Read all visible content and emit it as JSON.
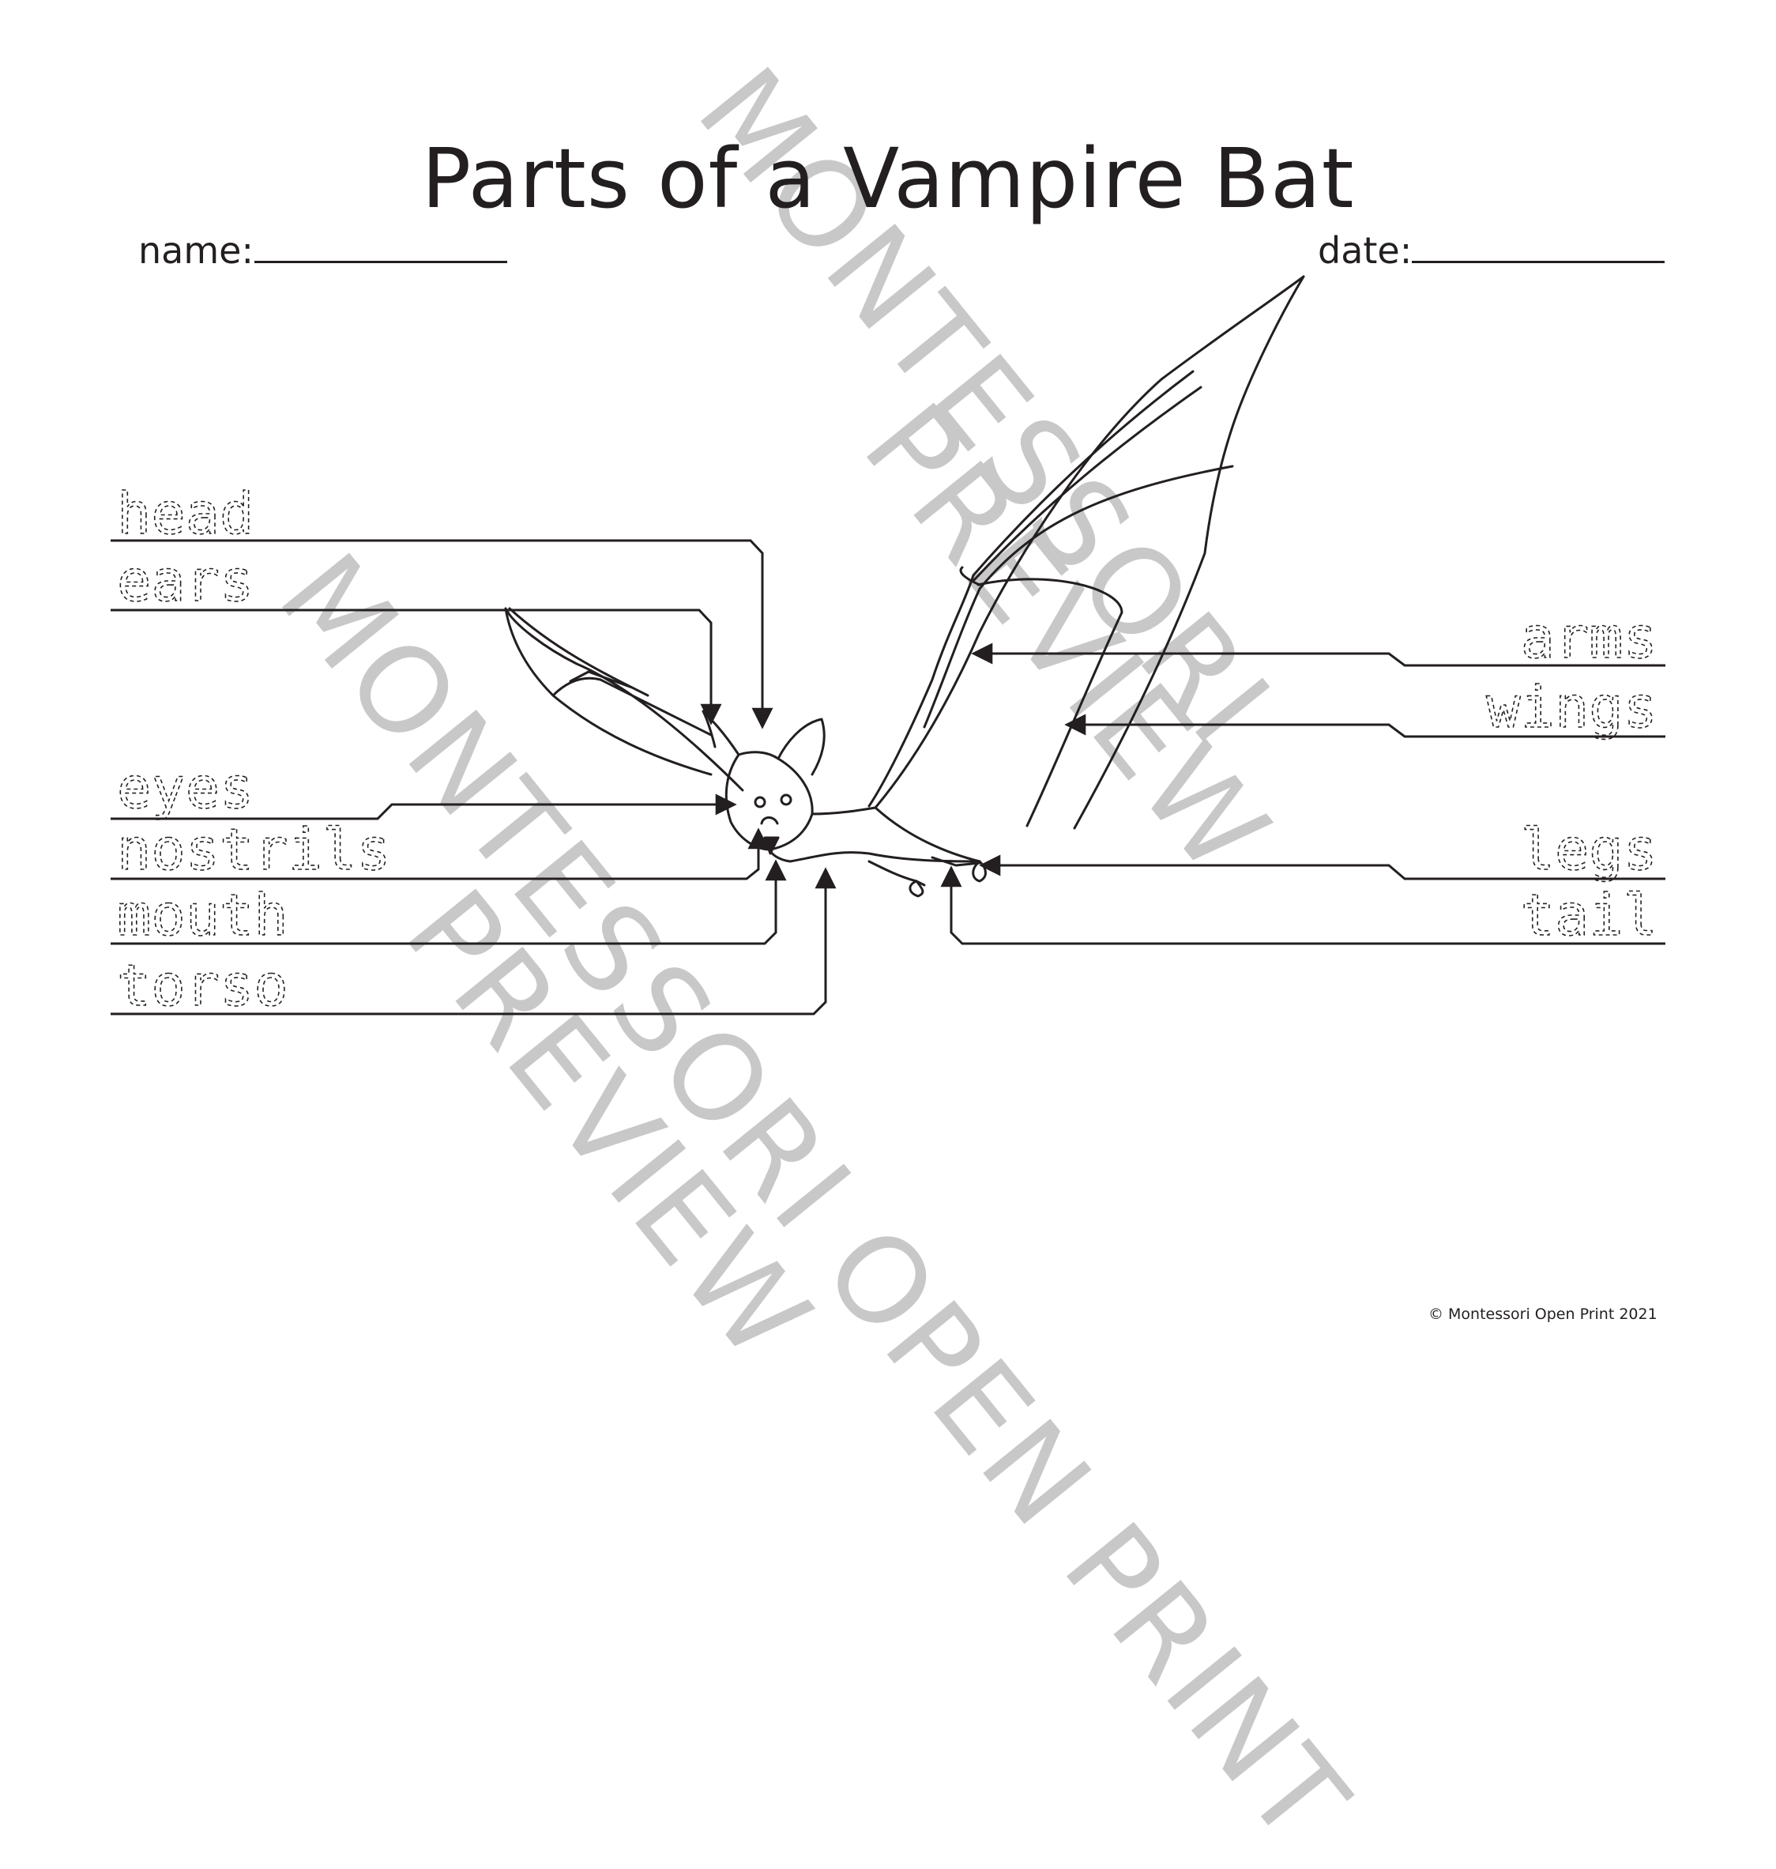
{
  "title": "Parts of a Vampire Bat",
  "name_label": "name:",
  "date_label": "date:",
  "labels": {
    "head": "head",
    "ears": "ears",
    "eyes": "eyes",
    "nostrils": "nostrils",
    "mouth": "mouth",
    "torso": "torso",
    "arms": "arms",
    "wings": "wings",
    "legs": "legs",
    "tail": "tail"
  },
  "watermark": [
    "MONTESSORI",
    "PREVIEW",
    "MONTESSORI OPEN PRINT",
    "PREVIEW"
  ],
  "copyright": "© Montessori Open Print 2021",
  "colors": {
    "ink": "#231f20",
    "watermark": "#c8c8c8",
    "background": "#ffffff"
  }
}
